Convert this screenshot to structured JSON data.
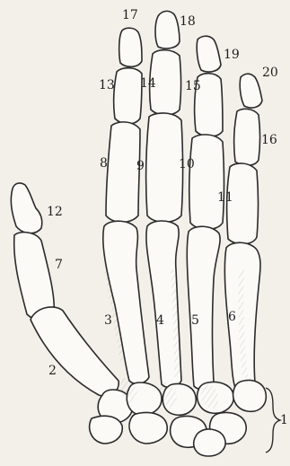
{
  "figure": {
    "labels": {
      "l1": "1",
      "l2": "2",
      "l3": "3",
      "l4": "4",
      "l5": "5",
      "l6": "6",
      "l7": "7",
      "l8": "8",
      "l9": "9",
      "l10": "10",
      "l11": "11",
      "l12": "12",
      "l13": "13",
      "l14": "14",
      "l15": "15",
      "l16": "16",
      "l17": "17",
      "l18": "18",
      "l19": "19",
      "l20": "20"
    },
    "colors": {
      "paper": "#f3f0ea",
      "ink": "#2b2b2b",
      "bone": "#fbfaf7"
    }
  }
}
